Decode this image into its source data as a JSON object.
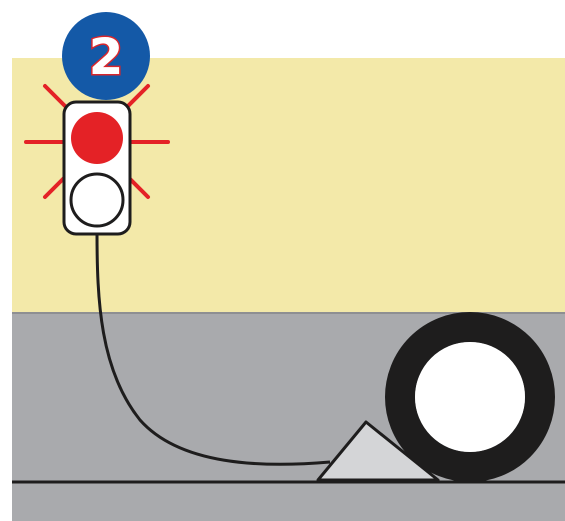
{
  "step": {
    "number": "2"
  },
  "signal": {
    "top_light": "red",
    "top_light_state": "on",
    "bottom_light": "white",
    "bottom_light_state": "off"
  },
  "colors": {
    "background_yellow": "#f3e9a9",
    "road_gray": "#a9aaad",
    "badge_blue": "#1459a7",
    "light_red": "#e42226",
    "ray_red": "#e42226",
    "tire_black": "#1e1d1d",
    "wedge_gray": "#d4d5d7"
  },
  "icons": {
    "badge": "step-badge-icon",
    "signal": "traffic-light-icon",
    "wheel": "wheel-icon",
    "sensor": "wheel-chock-sensor-icon"
  }
}
